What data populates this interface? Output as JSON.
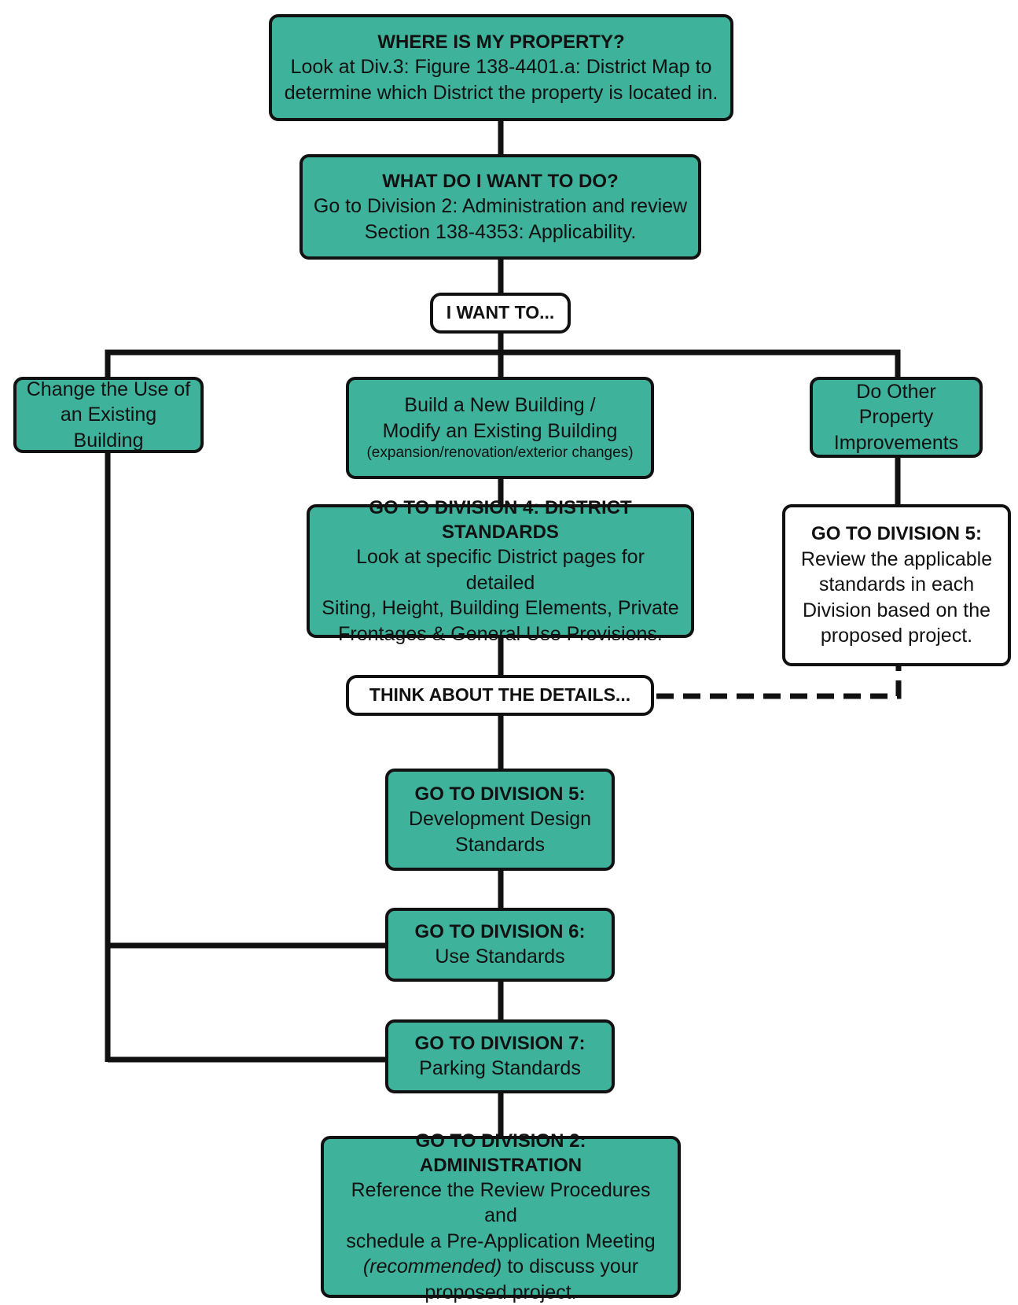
{
  "colors": {
    "box_fill": "#3fb29b",
    "outline": "#111111",
    "background": "#ffffff"
  },
  "flowchart": {
    "property": {
      "title": "WHERE IS MY PROPERTY?",
      "line1": "Look at Div.3: Figure 138-4401.a: District Map to",
      "line2": "determine which District the property is located in."
    },
    "want": {
      "title": "WHAT DO I WANT TO DO?",
      "line1": "Go to Division 2: Administration and review",
      "line2": "Section 138-4353: Applicability."
    },
    "i_want_to": "I WANT TO...",
    "change_use": {
      "line1": "Change the Use of",
      "line2": "an Existing Building"
    },
    "build_new": {
      "line1": "Build a New Building /",
      "line2": "Modify an Existing Building",
      "note": "(expansion/renovation/exterior changes)"
    },
    "other_improvements": {
      "line1": "Do Other Property",
      "line2": "Improvements"
    },
    "div4": {
      "title": "GO TO DIVISION 4: DISTRICT STANDARDS",
      "line1": "Look at specific District pages for detailed",
      "line2": "Siting, Height, Building Elements, Private",
      "line3": "Frontages & General Use Provisions."
    },
    "div5_review": {
      "title": "GO TO DIVISION 5:",
      "line1": "Review the applicable",
      "line2": "standards in each",
      "line3": "Division based on the",
      "line4": "proposed project."
    },
    "think_details": "THINK ABOUT THE DETAILS...",
    "div5": {
      "title": "GO TO DIVISION 5:",
      "line1": "Development Design",
      "line2": "Standards"
    },
    "div6": {
      "title": "GO TO DIVISION 6:",
      "line1": "Use Standards"
    },
    "div7": {
      "title": "GO TO DIVISION 7:",
      "line1": "Parking Standards"
    },
    "div2_admin": {
      "title": "GO TO DIVISION 2: ADMINISTRATION",
      "line1": "Reference the Review Procedures and",
      "line2": "schedule a Pre-Application Meeting",
      "line3_em": "(recommended)",
      "line3_rest": " to discuss your",
      "line4": "proposed project."
    }
  }
}
